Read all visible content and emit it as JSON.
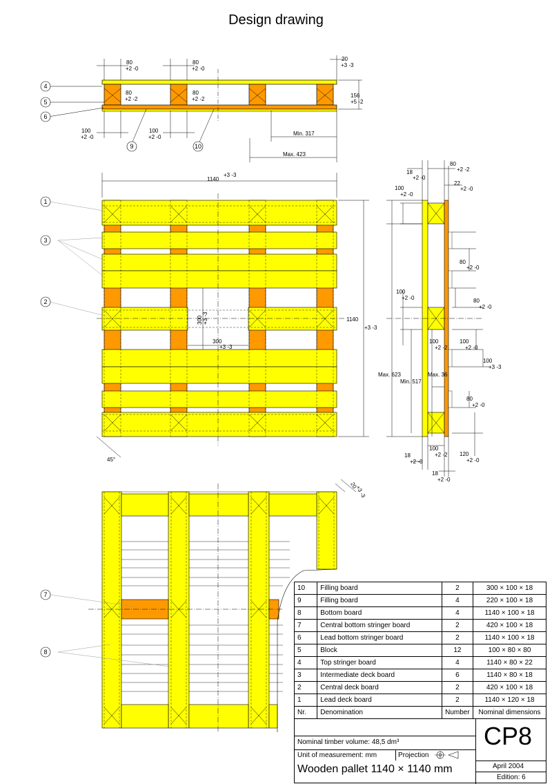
{
  "title": "Design drawing",
  "colors": {
    "deck": "#ffff00",
    "block": "#ff9900",
    "line": "#000000",
    "fill_outline": "#cccc00"
  },
  "top_view_dims": {
    "d80a": "80",
    "d80a_tol": "+2 -0",
    "d80b": "80",
    "d80b_tol": "+2 -0",
    "d20": "20",
    "d20_tol": "+3 -3",
    "d80c": "80",
    "d80c_tol": "+2 -2",
    "d80d": "80",
    "d80d_tol": "+2 -2",
    "d156": "156",
    "d156_tol": "+5 -2",
    "d100a": "100",
    "d100a_tol": "+2 -0",
    "d100b": "100",
    "d100b_tol": "+2 -0",
    "min317": "Min. 317",
    "max423": "Max. 423"
  },
  "plan_dims": {
    "d1140w": "1140",
    "d1140w_tol": "+3 -3",
    "d1140h": "1140",
    "d1140h_tol": "+3 -3",
    "d300v": "300",
    "d300v_tol": "+3 -3",
    "d300h": "300",
    "d300h_tol": "+3 -3",
    "angle45": "45°"
  },
  "side_dims": {
    "d18a": "18",
    "d18a_tol": "+2 -0",
    "d80a": "80",
    "d80a_tol": "+2 -2",
    "d22": "22",
    "d22_tol": "+2 -0",
    "d100a": "100",
    "d100a_tol": "+2 -0",
    "d80b": "80",
    "d80b_tol": "+2 -0",
    "d100b": "100",
    "d100b_tol": "+2 -0",
    "d80c": "80",
    "d80c_tol": "+2 -0",
    "d100c": "100",
    "d100c_tol": "+2 -2",
    "d100d": "100",
    "d100d_tol": "+2 -0",
    "d100e": "100",
    "d100e_tol": "+3 -3",
    "max623": "Max. 623",
    "min517": "Min. 517",
    "max36": "Max. 36",
    "d80e": "80",
    "d80e_tol": "+2 -0",
    "d18b": "18",
    "d18b_tol": "+2 -0",
    "d100f": "100",
    "d100f_tol": "+2 -2",
    "d120": "120",
    "d120_tol": "+2 -0",
    "d18c": "18",
    "d18c_tol": "+2 -0"
  },
  "bottom_dims": {
    "d20": "20",
    "d20_tol": "+3 -3"
  },
  "callouts": [
    "1",
    "2",
    "3",
    "4",
    "5",
    "6",
    "7",
    "8",
    "9",
    "10"
  ],
  "bom": {
    "rows": [
      {
        "nr": "10",
        "name": "Filling board",
        "number": "2",
        "dims": "300 × 100 × 18"
      },
      {
        "nr": "9",
        "name": "Filling board",
        "number": "4",
        "dims": "220 × 100 × 18"
      },
      {
        "nr": "8",
        "name": "Bottom board",
        "number": "4",
        "dims": "1140 × 100 × 18"
      },
      {
        "nr": "7",
        "name": "Central bottom stringer board",
        "number": "2",
        "dims": "420 × 100 × 18"
      },
      {
        "nr": "6",
        "name": "Lead bottom stringer board",
        "number": "2",
        "dims": "1140 × 100 × 18"
      },
      {
        "nr": "5",
        "name": "Block",
        "number": "12",
        "dims": "100 ×   80 × 80"
      },
      {
        "nr": "4",
        "name": "Top stringer board",
        "number": "4",
        "dims": "1140 ×   80 × 22"
      },
      {
        "nr": "3",
        "name": "Intermediate deck board",
        "number": "6",
        "dims": "1140 ×   80 × 18"
      },
      {
        "nr": "2",
        "name": "Central deck board",
        "number": "2",
        "dims": "420 × 100 × 18"
      },
      {
        "nr": "1",
        "name": "Lead deck board",
        "number": "2",
        "dims": "1140 × 120 × 18"
      }
    ],
    "header": {
      "nr": "Nr.",
      "name": "Denomination",
      "number": "Number",
      "dims": "Nominal dimensions"
    }
  },
  "title_block": {
    "volume": "Nominal timber volume: 48,5 dm³",
    "unit": "Unit of measurement: mm",
    "projection": "Projection",
    "code": "CP8",
    "name": "Wooden pallet 1140 × 1140 mm",
    "date": "April 2004",
    "edition": "Edition: 6"
  }
}
